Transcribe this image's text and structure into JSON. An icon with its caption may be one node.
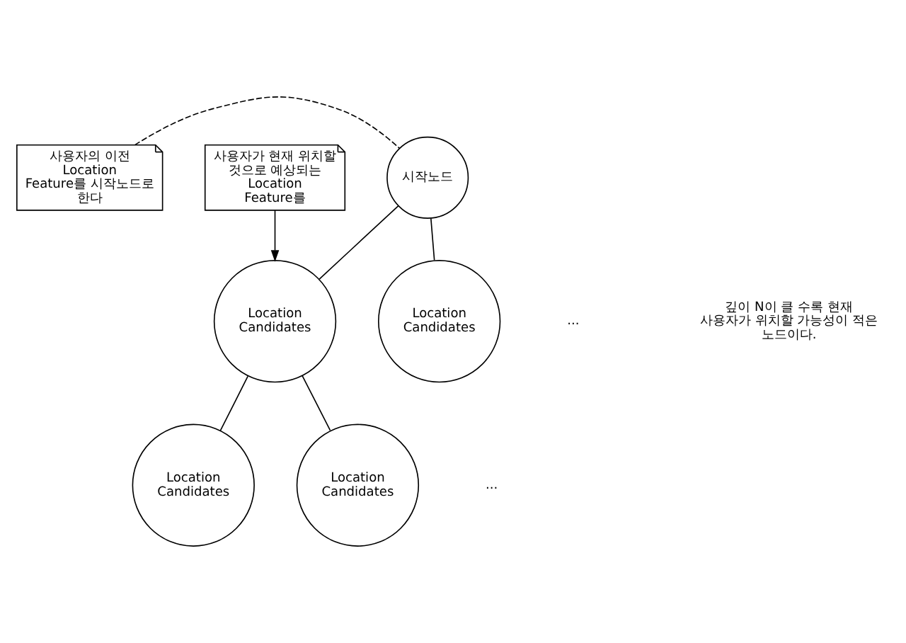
{
  "diagram": {
    "nodes": [
      {
        "text": [
          "사용자의 이전 Location Feature를 시작노드로 한다"
        ]
      },
      {
        "text": [
          "사용자가 현재 위치할 것으로 예상되는 Location Feature를"
        ]
      },
      {
        "text": [
          "시작노드"
        ]
      },
      {
        "text": [
          "Location Candidates"
        ]
      },
      {
        "text": [
          "Location Candidates"
        ]
      },
      {
        "text": [
          "Location Candidates"
        ]
      },
      {
        "text": [
          "Location Candidates"
        ]
      }
    ],
    "edges": [
      {
        "from": 0,
        "to": 2,
        "arrow": "none",
        "style": "dashed"
      },
      {
        "from": 1,
        "to": 3,
        "arrow": "to"
      },
      {
        "from": 2,
        "to": 3,
        "arrow": "none"
      },
      {
        "from": 2,
        "to": 4,
        "arrow": "none"
      },
      {
        "from": 3,
        "to": 5,
        "arrow": "none"
      },
      {
        "from": 3,
        "to": 6,
        "arrow": "none"
      }
    ],
    "labels": [
      "...",
      "깊이 N이 클 수록 현재 사용자가 위치할 가능성이 적은 노드이다.",
      "..."
    ]
  }
}
